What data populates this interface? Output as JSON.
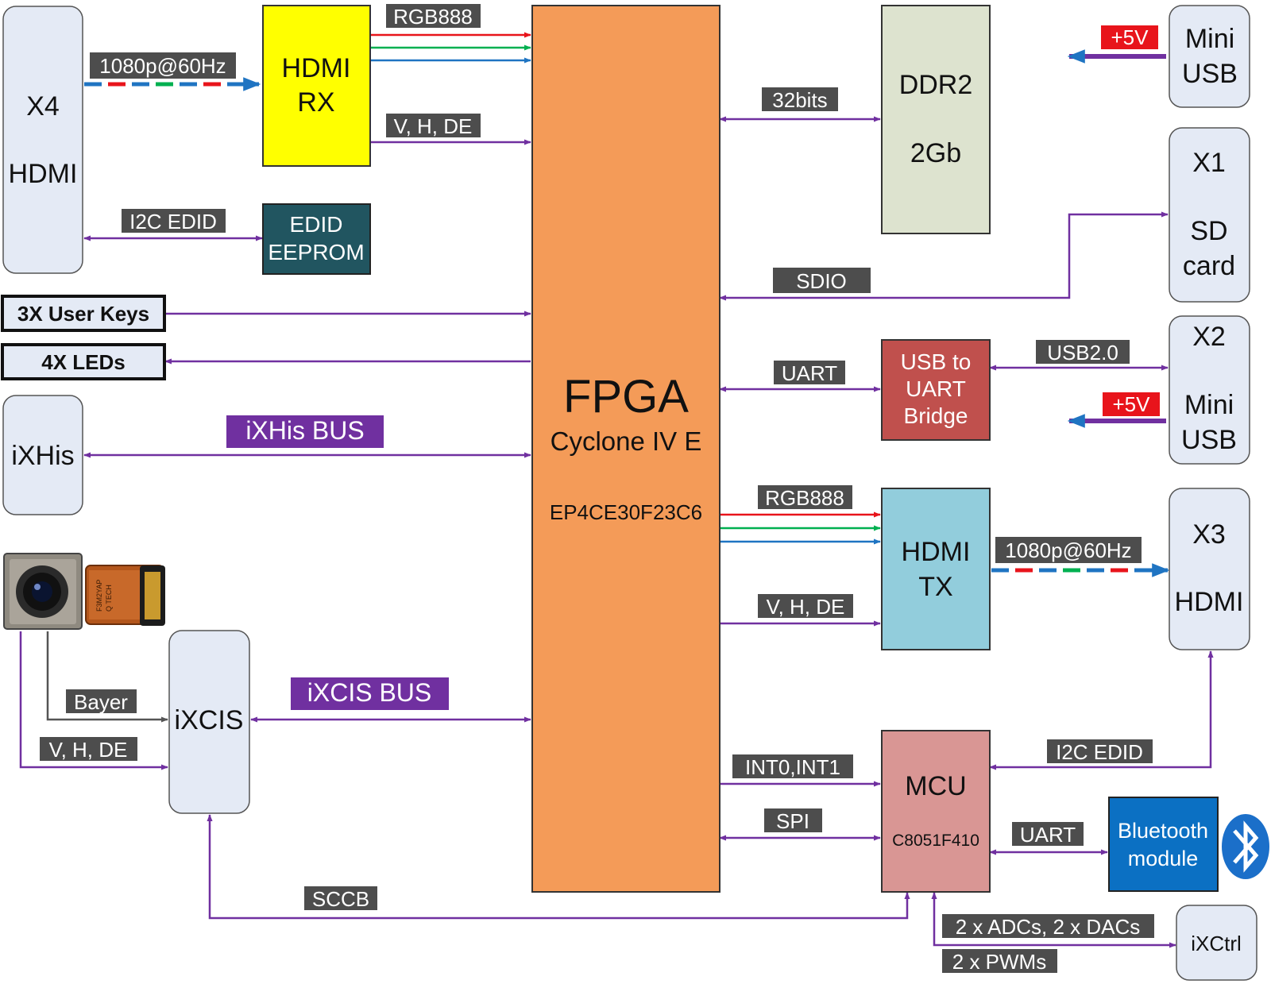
{
  "colors": {
    "bus_line": "#7030a0",
    "label_bg": "#4d4d4d",
    "bus_label_bg": "#7030a0",
    "power_label_bg": "#e8141b",
    "fpga": "#f49b58",
    "hdmi_rx": "#ffff00",
    "ddr2": "#dde3cf",
    "edid_eeprom": "#215560",
    "usb_uart": "#c0504d",
    "hdmi_tx": "#92cddc",
    "mcu": "#d99694",
    "bluetooth": "#0b70c3",
    "connector": "#e4eaf5",
    "red": "#e8141b",
    "green": "#00b050",
    "blue": "#1f74c2"
  },
  "blocks": {
    "x4_hdmi": {
      "line1": "X4",
      "line2": "HDMI"
    },
    "hdmi_rx": {
      "line1": "HDMI",
      "line2": "RX"
    },
    "edid_eeprom": {
      "line1": "EDID",
      "line2": "EEPROM"
    },
    "user_keys": {
      "label": "3X User Keys"
    },
    "leds": {
      "label": "4X LEDs"
    },
    "ixhis": {
      "label": "iXHis"
    },
    "ixcis": {
      "label": "iXCIS"
    },
    "fpga": {
      "title": "FPGA",
      "family": "Cyclone IV E",
      "part": "EP4CE30F23C6"
    },
    "ddr2": {
      "line1": "DDR2",
      "line2": "2Gb"
    },
    "usb_uart": {
      "line1": "USB to",
      "line2": "UART",
      "line3": "Bridge"
    },
    "hdmi_tx": {
      "line1": "HDMI",
      "line2": "TX"
    },
    "mcu": {
      "title": "MCU",
      "part": "C8051F410"
    },
    "bluetooth": {
      "line1": "Bluetooth",
      "line2": "module"
    },
    "mini_usb_top": {
      "line1": "Mini",
      "line2": "USB"
    },
    "x1_sd": {
      "line1": "X1",
      "line2": "SD",
      "line3": "card"
    },
    "x2_usb": {
      "line1": "X2",
      "line2": "Mini",
      "line3": "USB"
    },
    "x3_hdmi": {
      "line1": "X3",
      "line2": "HDMI"
    },
    "ixctrl": {
      "label": "iXCtrl"
    }
  },
  "labels": {
    "rx_video": "1080p@60Hz",
    "rx_rgb": "RGB888",
    "rx_sync": "V, H, DE",
    "i2c_edid_left": "I2C EDID",
    "ixhis_bus": "iXHis BUS",
    "ixcis_bus": "iXCIS BUS",
    "bayer": "Bayer",
    "cam_sync": "V, H, DE",
    "sccb": "SCCB",
    "ddr_bits": "32bits",
    "sdio": "SDIO",
    "uart_fpga": "UART",
    "usb20": "USB2.0",
    "power_top": "+5V",
    "power_bottom": "+5V",
    "tx_rgb": "RGB888",
    "tx_sync": "V, H, DE",
    "tx_video": "1080p@60Hz",
    "int": "INT0,INT1",
    "spi": "SPI",
    "i2c_edid_right": "I2C EDID",
    "uart_bt": "UART",
    "adc_dac": "2 x ADCs, 2 x DACs",
    "pwm": "2 x PWMs"
  },
  "camera": {
    "marking1": "F3M2YAP",
    "marking2": "Q TECH"
  },
  "icons": {
    "camera": "camera-module-icon",
    "bluetooth": "bluetooth-icon"
  }
}
